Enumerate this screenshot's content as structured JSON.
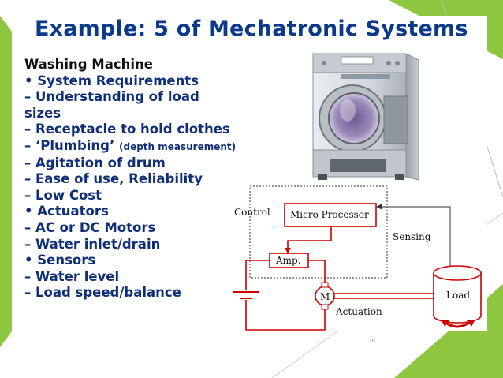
{
  "slide": {
    "title": "Example: 5 of Mechatronic Systems",
    "page_number": "16",
    "accent_color": "#8dc63f",
    "title_color": "#0b3a8c"
  },
  "bullets": [
    "Washing Machine",
    "• System Requirements",
    "– Understanding of load",
    "sizes",
    "– Receptacle to hold clothes",
    "– ‘Plumbing’",
    "(depth measurement)",
    "– Agitation of drum",
    "– Ease of use, Reliability",
    "– Low Cost",
    "• Actuators",
    "– AC or DC Motors",
    "– Water inlet/drain",
    "• Sensors",
    "– Water level",
    "– Load speed/balance"
  ],
  "diagram": {
    "control": "Control",
    "micro_processor": "Micro Processor",
    "sensing": "Sensing",
    "amp": "Amp.",
    "motor": "M",
    "load": "Load",
    "actuation": "Actuation"
  }
}
